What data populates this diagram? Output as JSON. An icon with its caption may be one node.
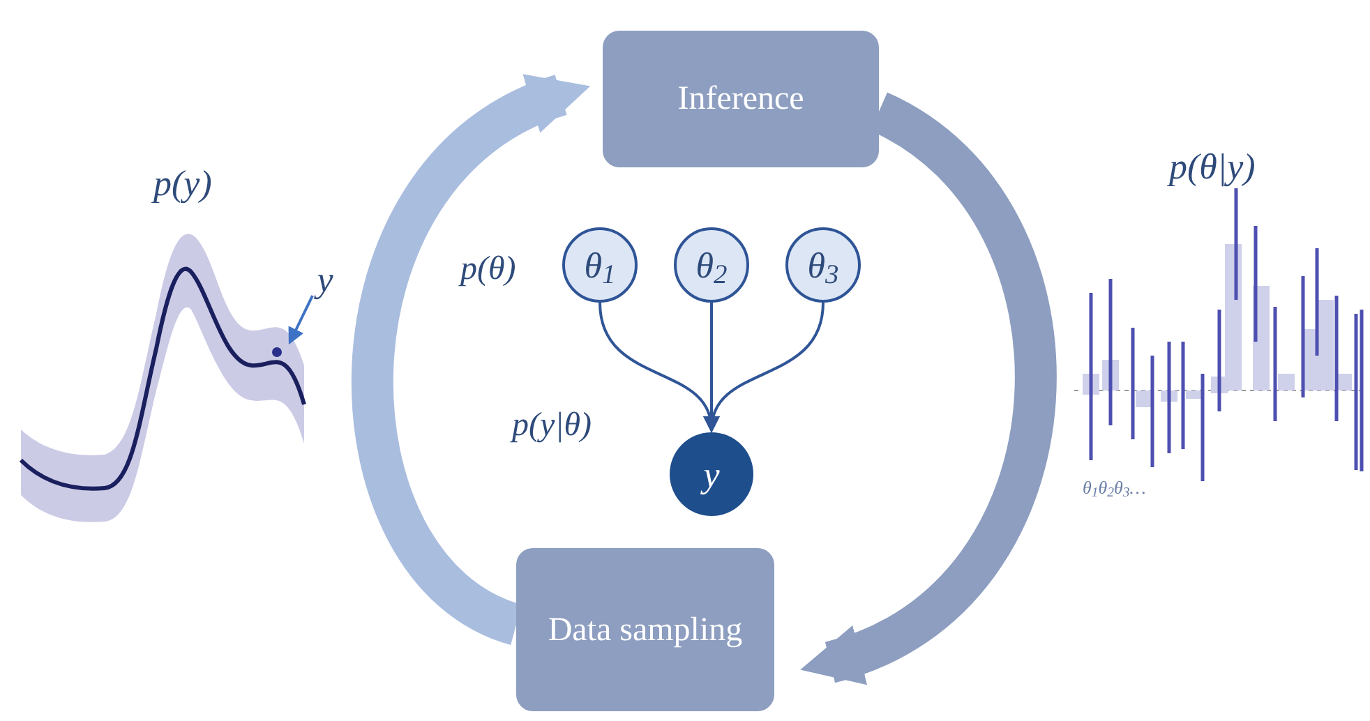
{
  "diagram": {
    "nodes": [
      {
        "text": [
          "Inference"
        ]
      },
      {
        "text": [
          "Data sampling"
        ]
      },
      {
        "text": [
          "θ$_{1}$"
        ]
      },
      {
        "text": [
          "θ$_{2}$"
        ]
      },
      {
        "text": [
          "θ$_{3}$"
        ]
      },
      {
        "text": [
          "y"
        ]
      },
      {
        "text": [
          "y"
        ]
      },
      {
        "text": [],
        "shape": "circle"
      }
    ],
    "edges": [
      {
        "from": 0,
        "to": 1,
        "arrow": "to",
        "style": "thick",
        "color": "#8d9ec0"
      },
      {
        "from": 1,
        "to": 0,
        "arrow": "to",
        "style": "thick",
        "color": "#a9bddf"
      },
      {
        "from": 2,
        "to": 5,
        "arrow": "to"
      },
      {
        "from": 3,
        "to": 5,
        "arrow": "to"
      },
      {
        "from": 4,
        "to": 5,
        "arrow": "to"
      },
      {
        "from": 6,
        "to": 7,
        "arrow": "to",
        "color": "#3d72c4"
      }
    ],
    "labels": [
      "p(y)",
      "p(θ)",
      "p(y|θ)",
      "p(θ|y)",
      "θ$_{1}$θ$_{2}$θ$_{3}$…"
    ]
  }
}
